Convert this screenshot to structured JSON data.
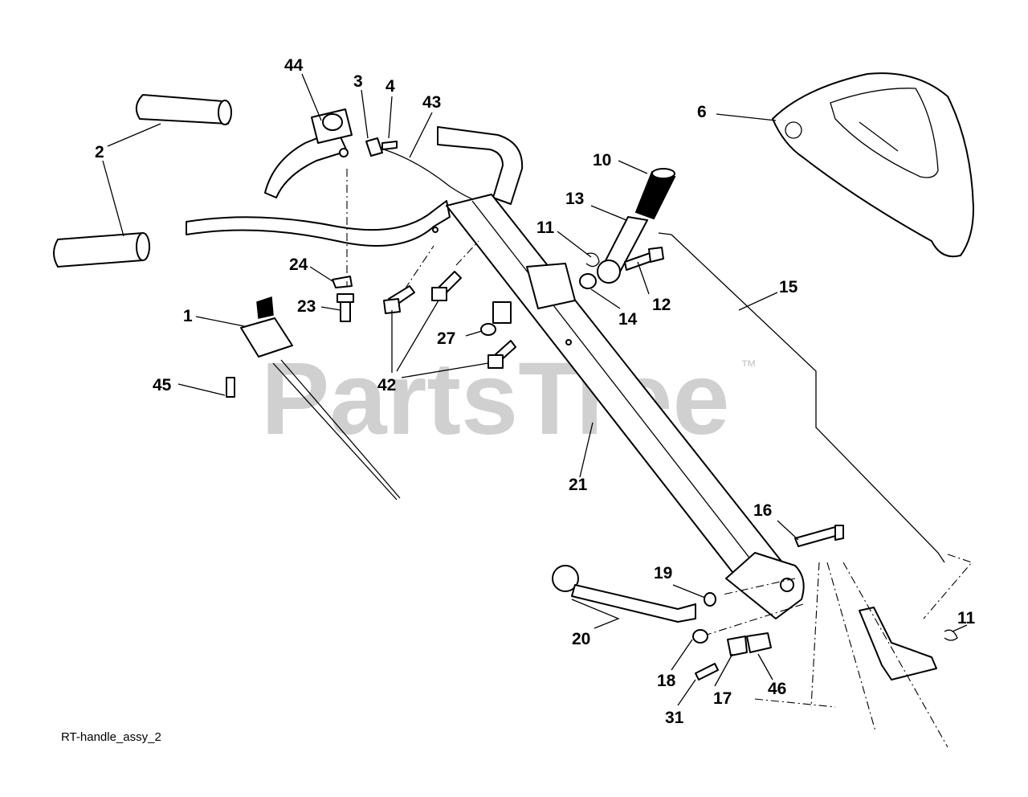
{
  "watermark": {
    "text": "PartsTree",
    "trademark": "™"
  },
  "caption": "RT-handle_assy_2",
  "callouts": {
    "c1": "1",
    "c2": "2",
    "c3": "3",
    "c4": "4",
    "c6": "6",
    "c10": "10",
    "c11a": "11",
    "c11b": "11",
    "c12": "12",
    "c13": "13",
    "c14": "14",
    "c15": "15",
    "c16": "16",
    "c17": "17",
    "c18": "18",
    "c19": "19",
    "c20": "20",
    "c21": "21",
    "c23": "23",
    "c24": "24",
    "c27": "27",
    "c31": "31",
    "c42": "42",
    "c43": "43",
    "c44": "44",
    "c45": "45",
    "c46": "46"
  },
  "colors": {
    "line": "#000000",
    "watermark": "#d0d0d0",
    "background": "#ffffff"
  }
}
